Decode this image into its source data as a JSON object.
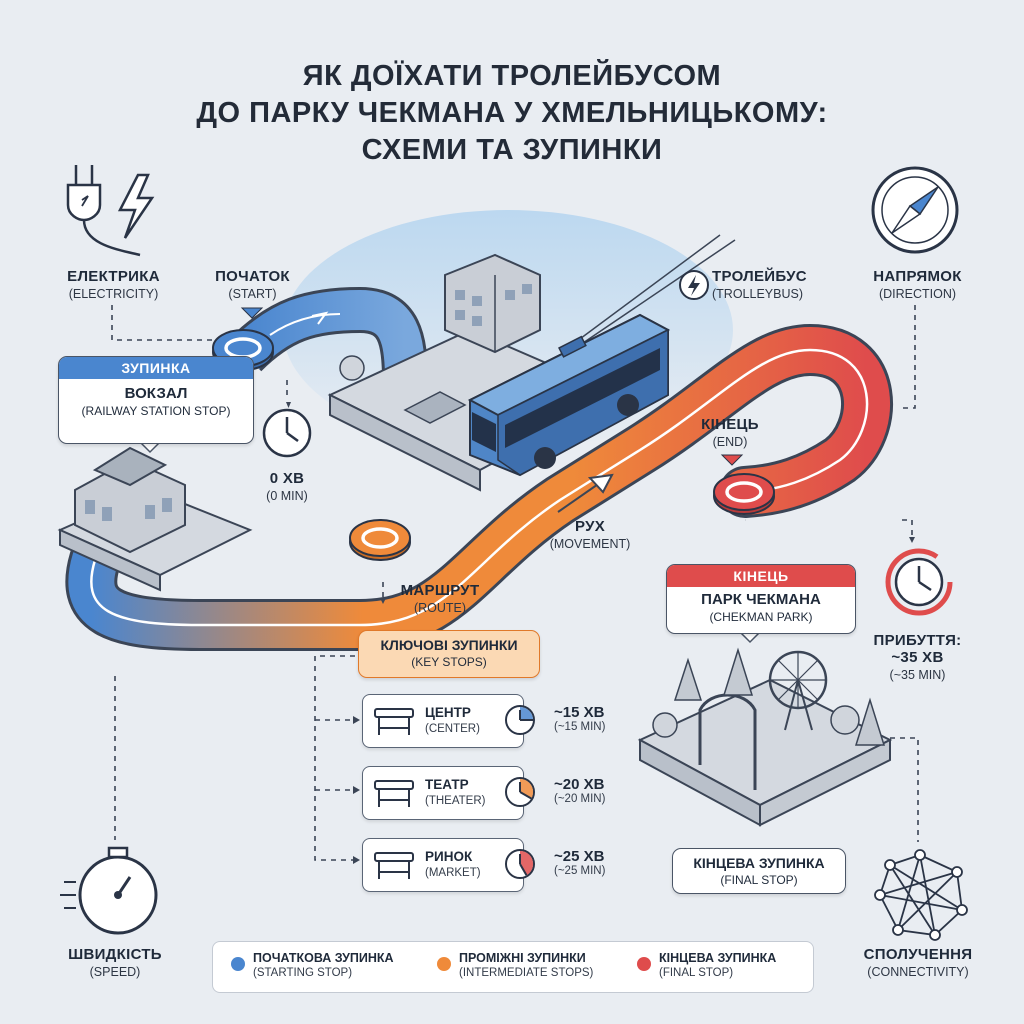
{
  "title": {
    "line1": "ЯК ДОЇХАТИ ТРОЛЕЙБУСОМ",
    "line2": "ДО ПАРКУ ЧЕКМАНА У ХМЕЛЬНИЦЬКОМУ:",
    "line3": "СХЕМИ ТА ЗУПИНКИ"
  },
  "labels": {
    "electricity": {
      "main": "ЕЛЕКТРИКА",
      "sub": "(ELECTRICITY)"
    },
    "start": {
      "main": "ПОЧАТОК",
      "sub": "(START)"
    },
    "trolleybus": {
      "main": "ТРОЛЕЙБУС",
      "sub": "(TROLLEYBUS)"
    },
    "direction": {
      "main": "НАПРЯМОК",
      "sub": "(DIRECTION)"
    },
    "end": {
      "main": "КІНЕЦЬ",
      "sub": "(END)"
    },
    "movement": {
      "main": "РУХ",
      "sub": "(MOVEMENT)"
    },
    "route": {
      "main": "МАРШРУТ",
      "sub": "(ROUTE)"
    },
    "start_time": {
      "main": "0 ХВ",
      "sub": "(0 MIN)"
    },
    "arrival": {
      "main": "ПРИБУТТЯ:",
      "time": "~35 ХВ",
      "sub": "(~35 MIN)"
    },
    "speed": {
      "main": "ШВИДКІСТЬ",
      "sub": "(SPEED)"
    },
    "connectivity": {
      "main": "СПОЛУЧЕННЯ",
      "sub": "(CONNECTIVITY)"
    }
  },
  "start_card": {
    "header": "ЗУПИНКА",
    "main": "ВОКЗАЛ",
    "sub": "(RAILWAY STATION STOP)"
  },
  "end_card": {
    "header": "КІНЕЦЬ",
    "main": "ПАРК ЧЕКМАНА",
    "sub": "(CHEKMAN PARK)"
  },
  "key_stops": {
    "main": "КЛЮЧОВІ ЗУПИНКИ",
    "sub": "(KEY STOPS)"
  },
  "stops": [
    {
      "name": "ЦЕНТР",
      "en": "(CENTER)",
      "time": "~15 ХВ",
      "time_en": "(~15 MIN)",
      "minutes": 15
    },
    {
      "name": "ТЕАТР",
      "en": "(THEATER)",
      "time": "~20 ХВ",
      "time_en": "(~20 MIN)",
      "minutes": 20
    },
    {
      "name": "РИНОК",
      "en": "(MARKET)",
      "time": "~25 ХВ",
      "time_en": "(~25 MIN)",
      "minutes": 25
    }
  ],
  "final_stop": {
    "main": "КІНЦЕВА ЗУПИНКА",
    "sub": "(FINAL STOP)"
  },
  "legend": [
    {
      "main": "ПОЧАТКОВА ЗУПИНКА",
      "sub": "(STARTING STOP)",
      "color": "#4a86cf"
    },
    {
      "main": "ПРОМІЖНІ ЗУПИНКИ",
      "sub": "(INTERMEDIATE STOPS)",
      "color": "#ef8a3a"
    },
    {
      "main": "КІНЦЕВА ЗУПИНКА",
      "sub": "(FINAL STOP)",
      "color": "#df4c4c"
    }
  ],
  "colors": {
    "blue": "#4a86cf",
    "orange": "#ef8a3a",
    "red": "#df4c4c",
    "outline": "#3b4556"
  },
  "icons": [
    "plug-icon",
    "lightning-icon",
    "compass-icon",
    "clock-icon",
    "stopwatch-icon",
    "network-icon",
    "bus-shelter-icon",
    "trolleybus-icon"
  ]
}
